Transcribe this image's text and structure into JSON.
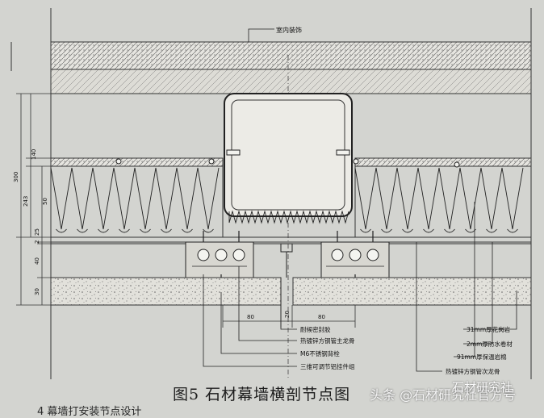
{
  "drawing": {
    "top_label": "室内装饰",
    "dims_left": [
      "300",
      "140",
      "243",
      "50",
      "25",
      "2",
      "40",
      "30"
    ],
    "dims_bottom": [
      "80",
      "80",
      "20"
    ],
    "right_labels": [
      "31mm厚花岗岩",
      "2mm厚防水卷材",
      "91mm厚保温岩棉",
      "热镀锌方钢管次龙骨"
    ],
    "bottom_labels": [
      "耐候密封胶",
      "热镀锌方钢管主龙骨",
      "M6不锈钢背栓",
      "三维可调节铝挂件组"
    ]
  },
  "caption": "图5 石材幕墙横剖节点图",
  "watermark": {
    "text": "头条 @石材研究杜官方号",
    "brand": "石材研究社"
  },
  "footer_fragment": "4 幕墙打安装节点设计"
}
